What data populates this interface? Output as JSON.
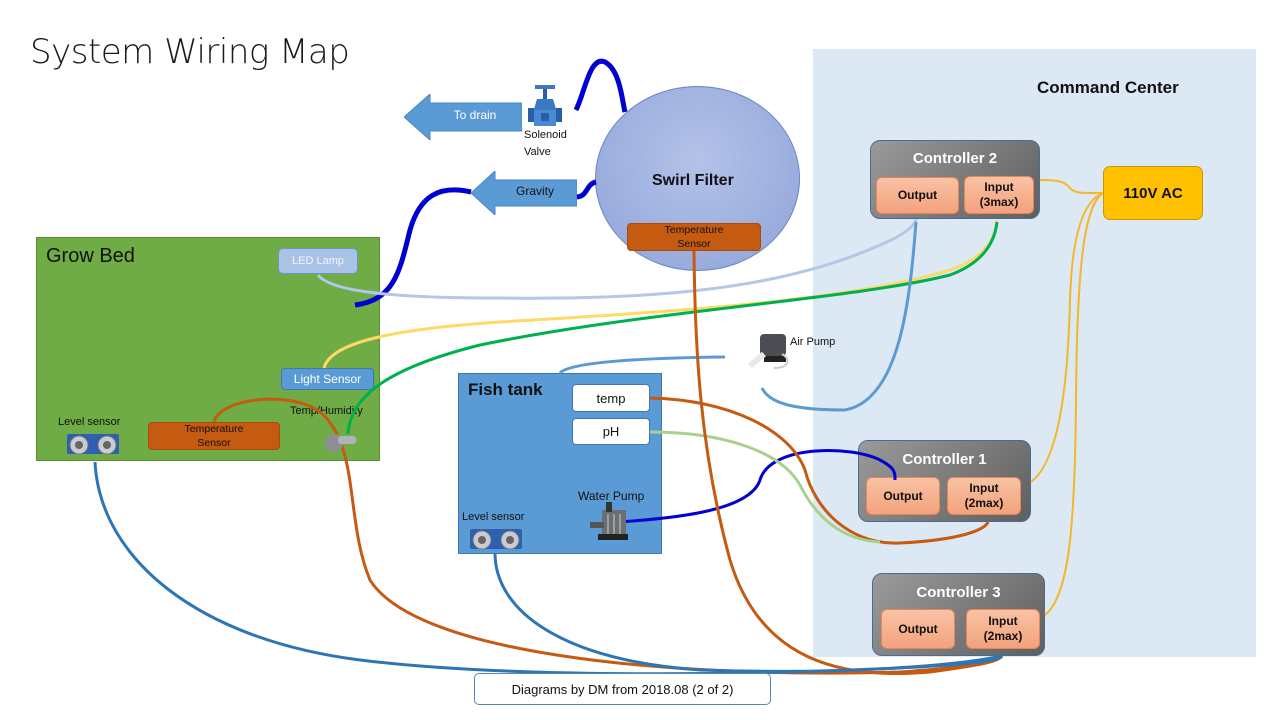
{
  "title": "System Wiring Map",
  "command_center": {
    "title": "Command Center",
    "power": {
      "label": "110V AC",
      "color": "#ffc000"
    },
    "controllers": [
      {
        "name": "Controller 2",
        "output_label": "Output",
        "input_label": "Input",
        "input_max": "(3max)"
      },
      {
        "name": "Controller 1",
        "output_label": "Output",
        "input_label": "Input",
        "input_max": "(2max)"
      },
      {
        "name": "Controller 3",
        "output_label": "Output",
        "input_label": "Input",
        "input_max": "(2max)"
      }
    ]
  },
  "grow_bed": {
    "title": "Grow Bed",
    "led_lamp": "LED Lamp",
    "light_sensor": "Light Sensor",
    "temp_sensor_line1": "Temperature",
    "temp_sensor_line2": "Sensor",
    "temp_humidity": "Temp/Humidity",
    "level_sensor": "Level sensor"
  },
  "swirl_filter": {
    "title": "Swirl Filter",
    "temp_sensor_line1": "Temperature",
    "temp_sensor_line2": "Sensor"
  },
  "flow": {
    "to_drain": "To drain",
    "gravity": "Gravity",
    "solenoid_line1": "Solenoid",
    "solenoid_line2": "Valve"
  },
  "fish_tank": {
    "title": "Fish tank",
    "temp": "temp",
    "ph": "pH",
    "water_pump": "Water Pump",
    "level_sensor": "Level sensor"
  },
  "air_pump": "Air Pump",
  "footer": "Diagrams by DM from 2018.08 (2 of 2)",
  "colors": {
    "pipe": "#0000d0",
    "wire_orange": "#c55a11",
    "wire_blue": "#5b9bd5",
    "wire_light_blue": "#b4c7e7",
    "wire_yellow": "#ffd966",
    "wire_green": "#00b050",
    "wire_light_green": "#a9d18e",
    "wire_power": "#f2b82a"
  }
}
